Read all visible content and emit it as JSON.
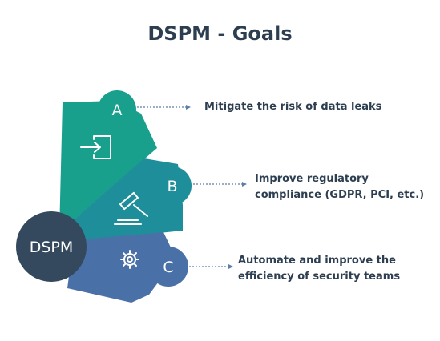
{
  "title": "DSPM - Goals",
  "hub": {
    "label": "DSPM",
    "color": "#34495e"
  },
  "goals": [
    {
      "letter": "A",
      "text": "Mitigate the risk of data leaks",
      "icon": "sign-in-arrow-icon",
      "color": "#18a08d"
    },
    {
      "letter": "B",
      "text": "Improve regulatory compliance (GDPR, PCI, etc.)",
      "icon": "gavel-icon",
      "color": "#1e8e9a"
    },
    {
      "letter": "C",
      "text": "Automate and improve the efficiency of security teams",
      "icon": "gear-icon",
      "color": "#4a70a8"
    }
  ],
  "connector_color": "#5b7fa8"
}
